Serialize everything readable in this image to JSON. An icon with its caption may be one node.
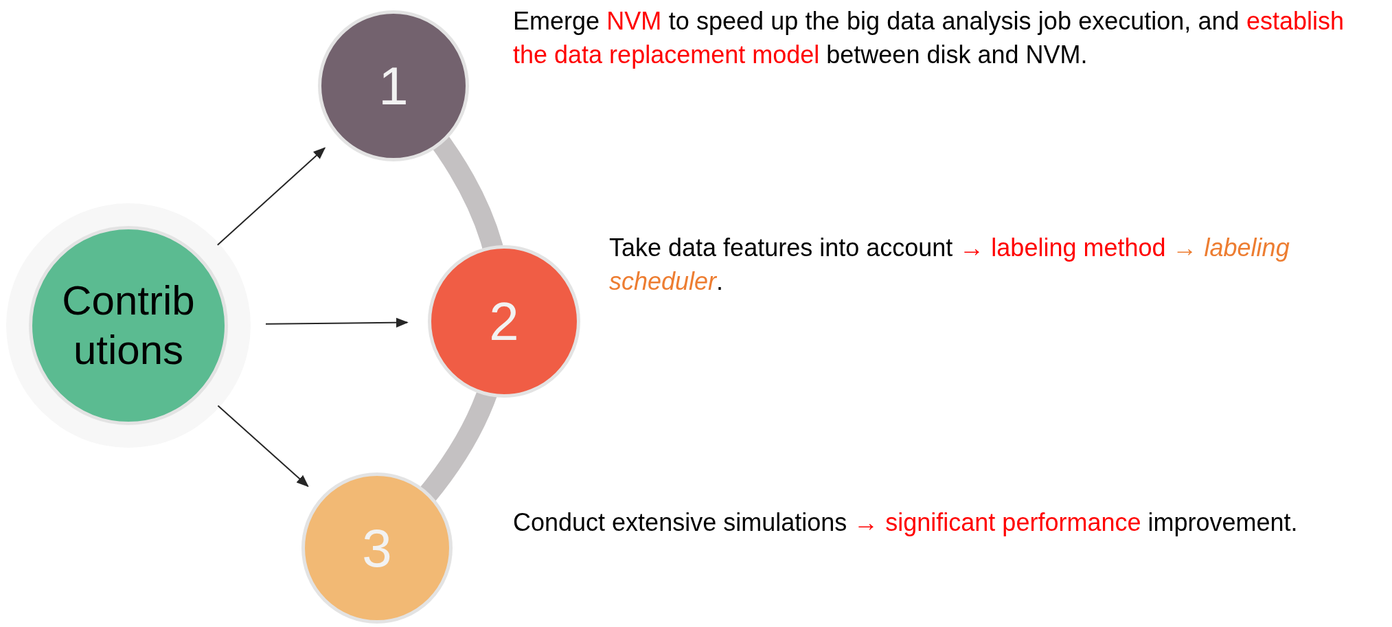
{
  "diagram": {
    "nodes": [
      {
        "text": [
          "Contributions"
        ]
      },
      {
        "text": [
          "1"
        ],
        "beside": [
          "Emerge",
          "NVM",
          "to speed up the big data analysis job execution, and",
          "establish the data replacement model",
          "between disk and NVM."
        ]
      },
      {
        "text": [
          "2"
        ],
        "beside": [
          "Take data features into account",
          "→ labeling method",
          "→ labeling scheduler",
          "."
        ]
      },
      {
        "text": [
          "3"
        ],
        "beside": [
          "Conduct extensive simulations",
          "→ significant performance",
          "improvement."
        ]
      }
    ],
    "edges": [
      {
        "from": 0,
        "to": 1,
        "arrow": "to"
      },
      {
        "from": 0,
        "to": 2,
        "arrow": "to"
      },
      {
        "from": 0,
        "to": 3,
        "arrow": "to"
      }
    ]
  }
}
